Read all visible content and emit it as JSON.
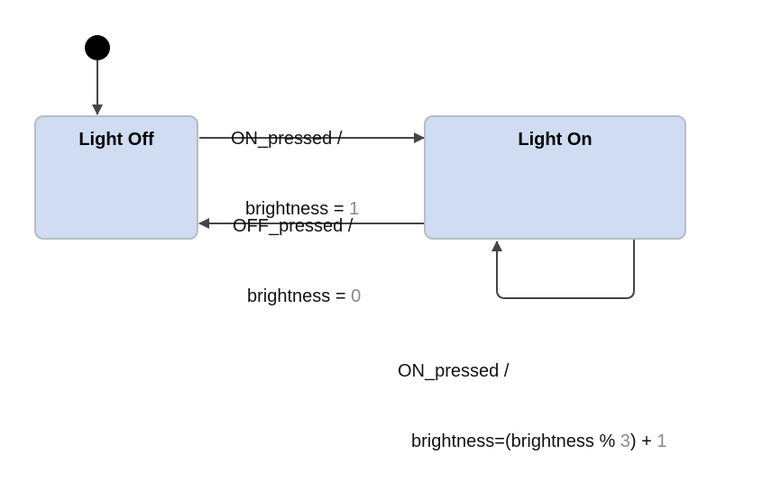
{
  "states": {
    "light_off": {
      "label": "Light Off"
    },
    "light_on": {
      "label": "Light On"
    }
  },
  "transitions": {
    "off_to_on": {
      "event": "ON_pressed /",
      "action_prefix": "brightness = ",
      "action_value": "1"
    },
    "on_to_off": {
      "event": "OFF_pressed /",
      "action_prefix": "brightness = ",
      "action_value": "0"
    },
    "on_self": {
      "event": "ON_pressed /",
      "action_prefix": "brightness=(brightness % ",
      "action_value_a": "3",
      "action_mid": ") + ",
      "action_value_b": "1"
    }
  },
  "colors": {
    "state_fill": "#cfdcf2",
    "state_border": "#b9bcc4",
    "arrow": "#454545",
    "numeric_literal": "#8a8a8a"
  }
}
